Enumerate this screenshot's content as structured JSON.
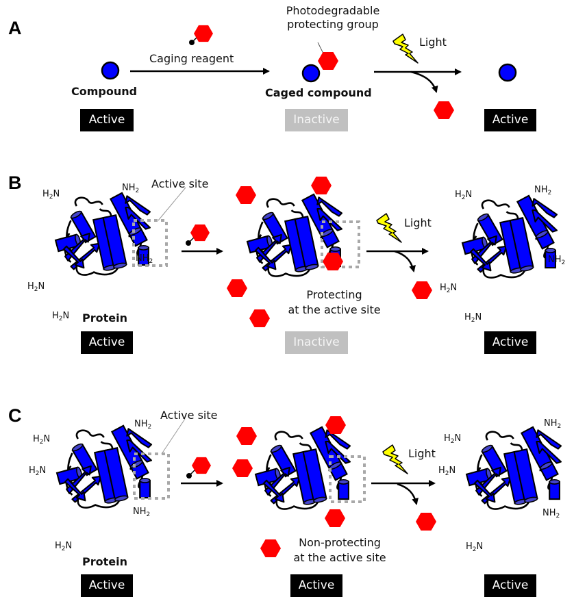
{
  "panels": {
    "a": {
      "label": "A",
      "reagent_label": "Caging reagent",
      "pg_label_line1": "Photodegradable",
      "pg_label_line2": "protecting group",
      "light_label": "Light",
      "compound_label": "Compound",
      "caged_label": "Caged compound",
      "states": [
        "Active",
        "Inactive",
        "Active"
      ]
    },
    "b": {
      "label": "B",
      "active_site_label": "Active site",
      "protein_label": "Protein",
      "light_label": "Light",
      "note_line1": "Protecting",
      "note_line2": "at the active site",
      "states": [
        "Active",
        "Inactive",
        "Active"
      ]
    },
    "c": {
      "label": "C",
      "active_site_label": "Active site",
      "protein_label": "Protein",
      "light_label": "Light",
      "note_line1": "Non-protecting",
      "note_line2": "at the active site",
      "states": [
        "Active",
        "Active",
        "Active"
      ]
    }
  },
  "chem": {
    "h2n": "H",
    "h2n_sub": "2",
    "h2n_tail": "N",
    "nh2": "NH",
    "nh2_sub": "2"
  },
  "colors": {
    "compound": "#0000ff",
    "protecting_group": "#ff0000",
    "light": "#ffff00",
    "active_badge": "#000000",
    "inactive_badge": "#c0c0c0"
  }
}
